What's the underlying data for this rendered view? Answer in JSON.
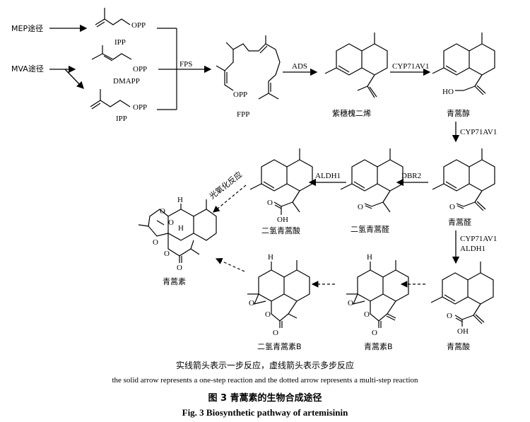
{
  "pathway": {
    "mep_label": "MEP途径",
    "mva_label": "MVA途径",
    "ipp_label_1": "IPP",
    "dmapp_label": "DMAPP",
    "ipp_label_2": "IPP",
    "opp_1": "OPP",
    "opp_2": "OPP",
    "opp_3": "OPP",
    "fps_label": "FPS",
    "fpp_opp": "OPP",
    "fpp_label": "FPP",
    "ads_label": "ADS",
    "amorphadiene_label": "紫穗槐二烯",
    "cyp_1": "CYP71AV1",
    "artemisinic_alcohol_ho": "HO",
    "artemisinic_alcohol_label": "青蒿醇",
    "cyp_2": "CYP71AV1",
    "artemisinic_aldehyde_o": "O",
    "artemisinic_aldehyde_label": "青蒿醛",
    "dbr2_label": "DBR2",
    "dihydro_aldehyde_o": "O",
    "dihydro_aldehyde_label": "二氢青蒿醛",
    "aldh1_label_1": "ALDH1",
    "dihydro_acid_o": "O",
    "dihydro_acid_oh": "OH",
    "dihydro_acid_label": "二氢青蒿酸",
    "photo_oxidation_label": "光氧化反应",
    "cyp_aldh_line1": "CYP71AV1",
    "cyp_aldh_line2": "ALDH1",
    "artemisinic_acid_o": "O",
    "artemisinic_acid_oh": "OH",
    "artemisinic_acid_label": "青蒿酸",
    "arteannuin_b_label": "青蒿素B",
    "arteannuin_b_o1": "O",
    "arteannuin_b_o2": "O",
    "arteannuin_b_o3": "O",
    "arteannuin_b_h": "H",
    "dihydro_arteannuin_b_label": "二氢青蒿素B",
    "dihydro_arteannuin_b_o1": "O",
    "dihydro_arteannuin_b_o2": "O",
    "dihydro_arteannuin_b_o3": "O",
    "dihydro_arteannuin_b_h": "H",
    "artemisinin_label": "青蒿素",
    "artemisinin_o1": "O",
    "artemisinin_o2": "O",
    "artemisinin_o3": "O",
    "artemisinin_o4": "O",
    "artemisinin_o5": "O",
    "artemisinin_h1": "H",
    "artemisinin_h2": "H"
  },
  "caption": {
    "note_zh": "实线箭头表示一步反应，虚线箭头表示多步反应",
    "note_en": "the solid arrow represents a one-step reaction and the dotted arrow represents a multi-step reaction",
    "figure_zh": "图 3    青蒿素的生物合成途径",
    "figure_en": "Fig. 3    Biosynthetic pathway of artemisinin"
  }
}
